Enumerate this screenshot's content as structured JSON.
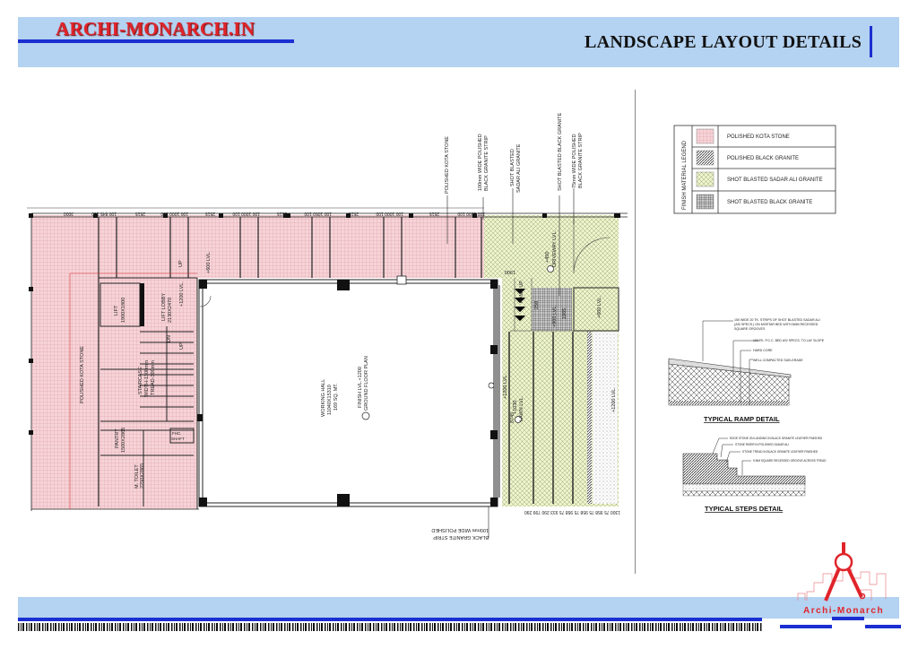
{
  "header": {
    "brand": "ARCHI-MONARCH.IN",
    "title": "LANDSCAPE LAYOUT DETAILS"
  },
  "legend": {
    "title": "FINISH MATERIAL LEGEND",
    "items": [
      {
        "label": "POLISHED KOTA STONE",
        "pattern": "pink-grid",
        "color": "#f2c6cc"
      },
      {
        "label": "POLISHED BLACK GRANITE",
        "pattern": "diagonal-hatch",
        "color": "#555555"
      },
      {
        "label": "SHOT BLASTED SADAR ALI GRANITE",
        "pattern": "cross-hatch",
        "color": "#eef3cc"
      },
      {
        "label": "SHOT BLASTED BLACK GRANITE",
        "pattern": "dense-grid",
        "color": "#444444"
      }
    ]
  },
  "callouts": {
    "kota": "POLISHED KOTA STONE",
    "strip100_1": "100mm WIDE POLISHED",
    "strip100_2": "BLACK GRANITE STRIP",
    "sadar_1": "SHOT BLASTED",
    "sadar_2": "SADAR ALI GRANITE",
    "black_granite": "SHOT BLASTED BLACK GRANITE",
    "strip75_1": "75mm WIDE POLISHED",
    "strip75_2": "BLACK GRANITE STRIP",
    "bottom_1": "100mm WIDE POLISHED",
    "bottom_2": "BLACK GRANITE STRIP"
  },
  "plan": {
    "kota_side": "POLISHED KOTA STONE",
    "lift": "LIFT",
    "lift_size": "1900X1800",
    "lift_lobby": "LIFT LOBBY",
    "lift_lobby_size": "2130X2470",
    "lvl_600": "+600 LVL.",
    "lvl_1200_lobby": "+1200 LVL.",
    "up": "UP",
    "dn": "DN",
    "staircase": "STAIRCASE",
    "stair_width": "WIDTH-1300mm",
    "stair_tread": "TREAD-300mm",
    "hall": "WORKING HALL",
    "hall_size": "11040X15310",
    "hall_area": "169 SQ. MT.",
    "finish_lvl": "FINISH LVL.+1200",
    "ground_plan": "GROUND FLOOR PLAN",
    "pantry": "PANTRY",
    "pantry_size": "1500X2865",
    "fhc": "FHC.",
    "shaft": "SHAFT",
    "toilet": "M. TOILET",
    "toilet_size": "2250X2865",
    "hall_lvl": "+1200 LVL.",
    "driveway_lvl": "+450",
    "driveway": "DRIVEWAY LVL.",
    "ramp": "RAMP UP",
    "ramp_dim": "1900",
    "lvl_900": "+900 LVL.",
    "dim_250": "250",
    "dim_1985": "1985",
    "lawn_lvl": "+1030",
    "lawn": "LAWN LVL.",
    "dim_8745": "8745",
    "lvl_1200_right": "+1200 LVL.",
    "lvl_600_right": "+600 LVL.",
    "top_dims": [
      "3000",
      "100 845 100",
      "2515",
      "100 1000 100",
      "2515",
      "100 1000 100",
      "2515",
      "100 1050 100",
      "2515",
      "100 1000 100",
      "2515",
      "100 1000 100"
    ],
    "bottom_dims": "1300  75  958  75  958  75  958  75  933  290  799  290"
  },
  "ramp_detail": {
    "title": "TYPICAL RAMP DETAIL",
    "note1_1": "150 WIDE 20 TK. STRIPS OF SHOT BLASTED SADAR ALI",
    "note1_2": "(AS/ SPECS.) ON MORTAR BED WITH 5MM RECESSED",
    "note1_3": "SQUARE GROOVES",
    "note2": "100 TK. P.C.C. BED AS/ SPECS. TO LAY SLOPE",
    "note3": "HARD CORE",
    "note4": "WELL COMPACTED SUB-GRADE"
  },
  "steps_detail": {
    "title": "TYPICAL STEPS DETAIL",
    "note1": "EDGE STONE ON LANDING IN BLACK GRANITE LEATHER FINISHED",
    "note2": "STONE RISER IN POLISHED SADAR ALI",
    "note3": "STONE TREAD IN BLACK GRANITE LEATHER FINISHED",
    "note4": "5 MM SQUARE RECESSED GROOVE ACROSS TREAD"
  },
  "logo": {
    "text": "Archi-Monarch",
    "color": "#e0242a"
  },
  "colors": {
    "header_band": "#b4d2f1",
    "accent_blue": "#1b2fd1",
    "brand_red": "#e0242a"
  }
}
